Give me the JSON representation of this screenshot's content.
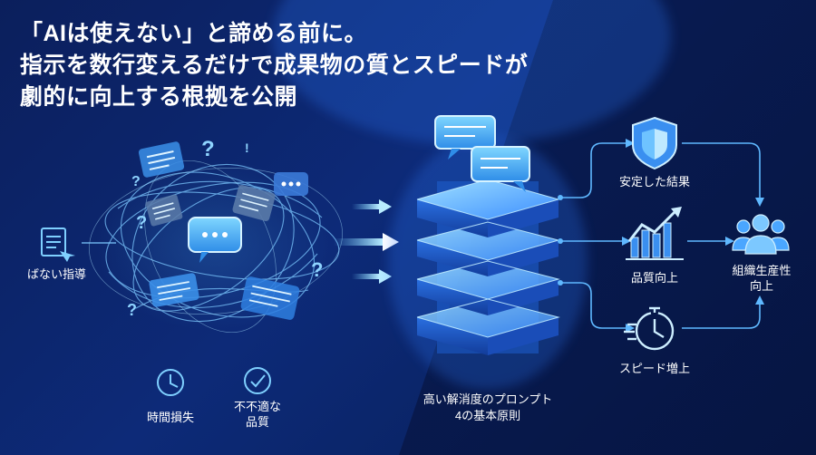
{
  "headline": {
    "line1": "「AIは使えない」と諦める前に。",
    "line2": "指示を数行変えるだけで成果物の質とスピードが",
    "line3": "劇的に向上する根拠を公開"
  },
  "left_panel": {
    "vague_label": "ばない指導",
    "time_loss_label": "時間損失",
    "poor_quality_label_line1": "不不適な",
    "poor_quality_label_line2": "品質"
  },
  "center": {
    "caption_line1": "高い解消度のプロンプト",
    "caption_line2": "4の基本原則"
  },
  "outcomes": {
    "stable_label": "安定した結果",
    "quality_label": "品質向上",
    "speed_label": "スピード増上",
    "org_label_line1": "組織生産性",
    "org_label_line2": "向上"
  },
  "colors": {
    "glow": "#5cc8ff",
    "accent": "#3aa0ff",
    "bg_dark": "#07194d"
  },
  "icons": [
    "document-cursor-icon",
    "chat-bubble-icon",
    "question-mark-icon",
    "clock-icon",
    "checkmark-icon",
    "arrow-right-icon",
    "server-stack-icon",
    "shield-icon",
    "chart-up-icon",
    "stopwatch-icon",
    "people-group-icon"
  ]
}
